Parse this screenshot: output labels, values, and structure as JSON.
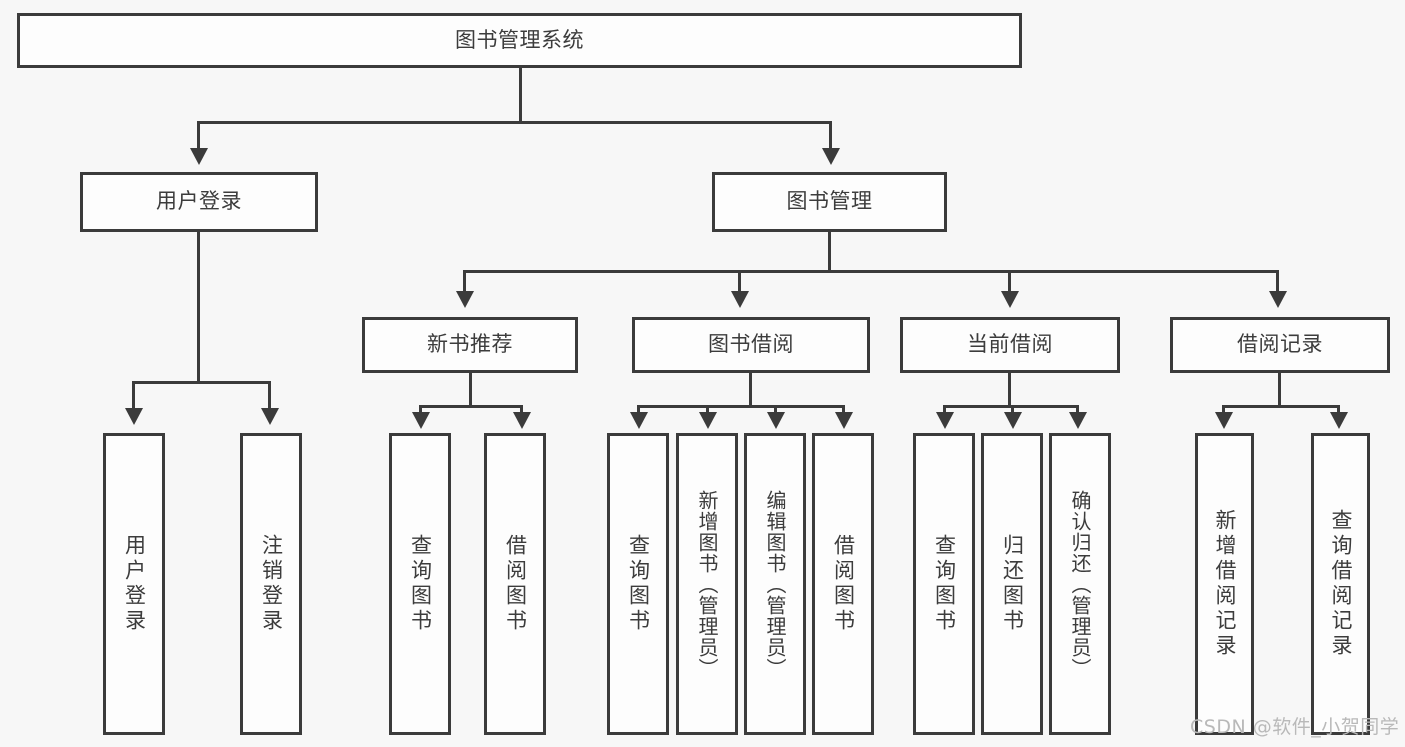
{
  "diagram": {
    "type": "tree-hierarchy",
    "title": "图书管理系统",
    "root": {
      "label": "图书管理系统"
    },
    "level1": [
      {
        "label": "用户登录"
      },
      {
        "label": "图书管理"
      }
    ],
    "level2": [
      {
        "label": "新书推荐"
      },
      {
        "label": "图书借阅"
      },
      {
        "label": "当前借阅"
      },
      {
        "label": "借阅记录"
      }
    ],
    "leaves": {
      "user_login": [
        {
          "label": "用户登录"
        },
        {
          "label": "注销登录"
        }
      ],
      "new_book_recommend": [
        {
          "label": "查询图书"
        },
        {
          "label": "借阅图书"
        }
      ],
      "book_borrow": [
        {
          "label": "查询图书"
        },
        {
          "label": "新增图书（管理员）"
        },
        {
          "label": "编辑图书（管理员）"
        },
        {
          "label": "借阅图书"
        }
      ],
      "current_borrow": [
        {
          "label": "查询图书"
        },
        {
          "label": "归还图书"
        },
        {
          "label": "确认归还（管理员）"
        }
      ],
      "borrow_record": [
        {
          "label": "新增借阅记录"
        },
        {
          "label": "查询借阅记录"
        }
      ]
    }
  },
  "watermark": {
    "text": "CSDN @软件_小贺同学"
  },
  "colors": {
    "background": "#f7f7f7",
    "box_fill": "#fdfdfd",
    "line": "#3b3b3b",
    "text": "#3c3c3c",
    "watermark": "#b9b9b9"
  }
}
